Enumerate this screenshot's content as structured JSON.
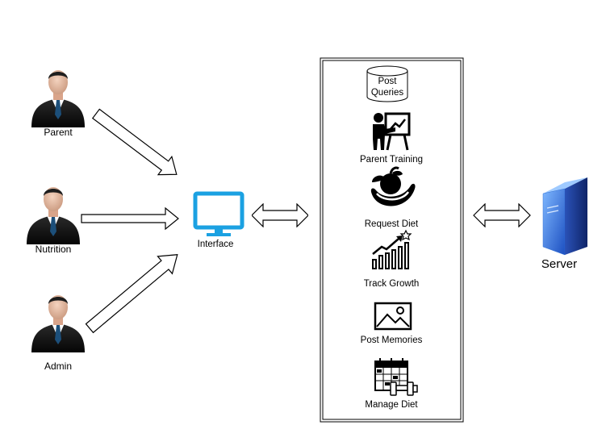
{
  "actors": [
    {
      "label": "Parent"
    },
    {
      "label": "Nutrition"
    },
    {
      "label": "Admin"
    }
  ],
  "interface": {
    "label": "Interface"
  },
  "features": {
    "queries": {
      "line1": "Post",
      "line2": "Queries"
    },
    "items": [
      {
        "label": "Parent Training",
        "icon": "presentation-icon"
      },
      {
        "label": "Request Diet",
        "icon": "fruit-icon"
      },
      {
        "label": "Track Growth",
        "icon": "growth-chart-icon"
      },
      {
        "label": "Post Memories",
        "icon": "image-icon"
      },
      {
        "label": "Manage Diet",
        "icon": "calendar-dumbbell-icon"
      }
    ]
  },
  "server": {
    "label": "Server"
  },
  "colors": {
    "monitor": "#1ba1e2",
    "server_front": "#2f6fd6",
    "server_side": "#1e3a8a"
  }
}
